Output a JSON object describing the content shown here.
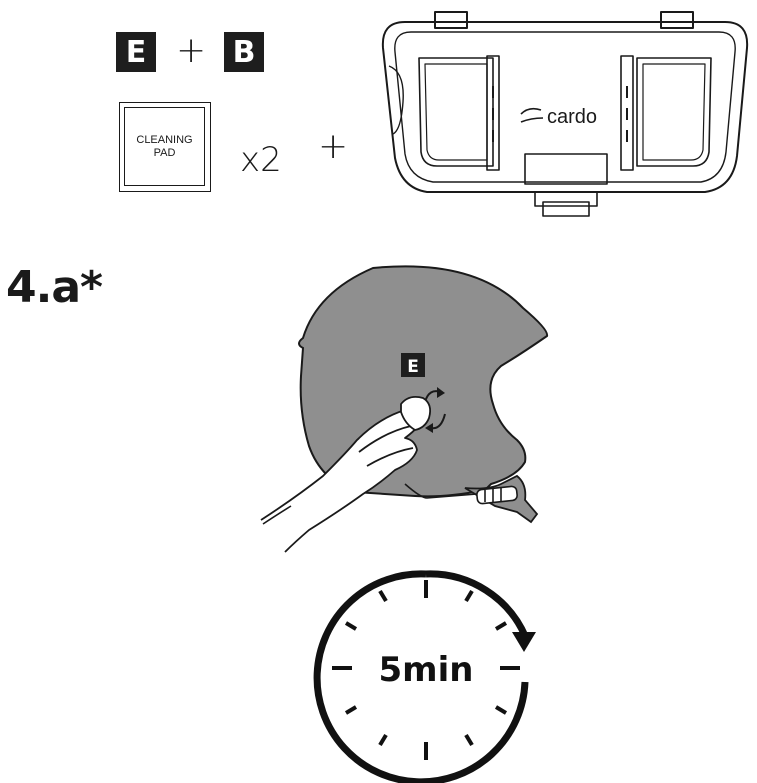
{
  "kit": {
    "adhesive_e": "E",
    "plus_1": "+",
    "adhesive_b": "B",
    "cleaning_pad_line1": "CLEANING",
    "cleaning_pad_line2": "PAD",
    "multiplier": "x2",
    "plus_2": "+",
    "mount_brand": "cardo"
  },
  "step": {
    "label": "4.a*",
    "helmet_marker": "E"
  },
  "timer": {
    "label": "5min"
  }
}
